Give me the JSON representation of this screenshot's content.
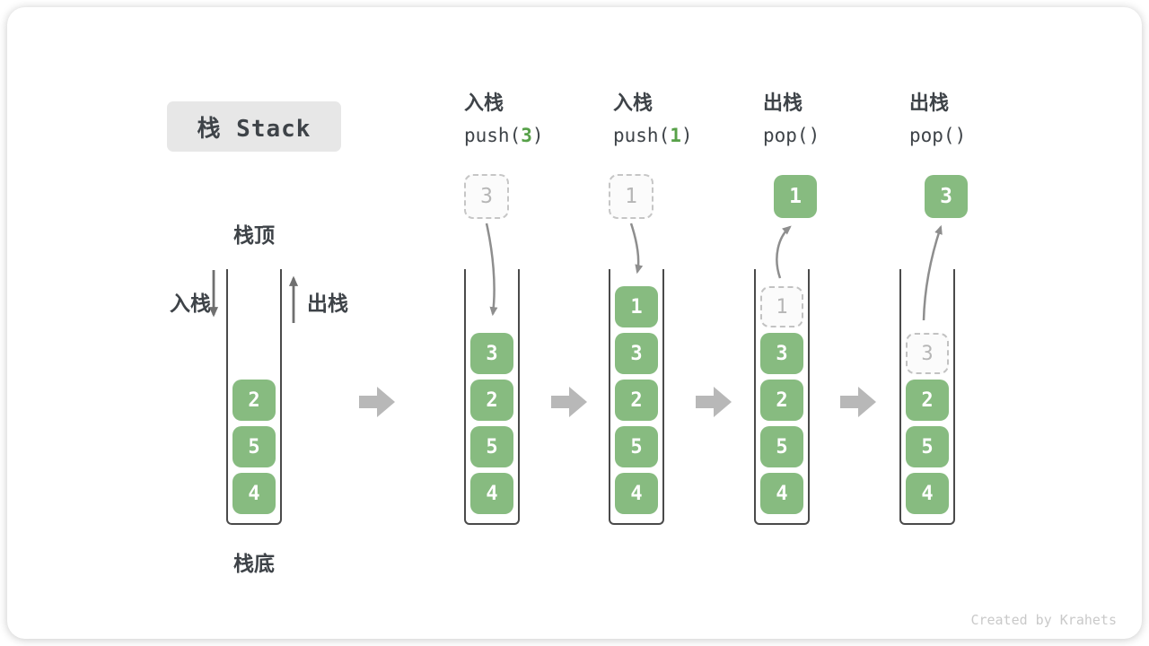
{
  "title": "栈 Stack",
  "side_labels": {
    "stack_top": "栈顶",
    "stack_bottom": "栈底",
    "push": "入栈",
    "pop": "出栈"
  },
  "ops": [
    {
      "cn": "入栈",
      "pre": "push(",
      "arg": "3",
      "post": ")"
    },
    {
      "cn": "入栈",
      "pre": "push(",
      "arg": "1",
      "post": ")"
    },
    {
      "cn": "出栈",
      "pre": "pop(",
      "arg": "",
      "post": ")"
    },
    {
      "cn": "出栈",
      "pre": "pop(",
      "arg": "",
      "post": ")"
    }
  ],
  "stacks": [
    {
      "name": "initial-state",
      "cells": [
        {
          "v": "2",
          "ghost": false
        },
        {
          "v": "5",
          "ghost": false
        },
        {
          "v": "4",
          "ghost": false
        }
      ]
    },
    {
      "name": "after-push-3",
      "floating": {
        "v": "3",
        "style": "dashed"
      },
      "cells": [
        {
          "v": "3",
          "ghost": false
        },
        {
          "v": "2",
          "ghost": false
        },
        {
          "v": "5",
          "ghost": false
        },
        {
          "v": "4",
          "ghost": false
        }
      ]
    },
    {
      "name": "after-push-1",
      "floating": {
        "v": "1",
        "style": "dashed"
      },
      "cells": [
        {
          "v": "1",
          "ghost": false
        },
        {
          "v": "3",
          "ghost": false
        },
        {
          "v": "2",
          "ghost": false
        },
        {
          "v": "5",
          "ghost": false
        },
        {
          "v": "4",
          "ghost": false
        }
      ]
    },
    {
      "name": "after-pop-returns-1",
      "floating": {
        "v": "1",
        "style": "solid"
      },
      "cells": [
        {
          "v": "1",
          "ghost": true
        },
        {
          "v": "3",
          "ghost": false
        },
        {
          "v": "2",
          "ghost": false
        },
        {
          "v": "5",
          "ghost": false
        },
        {
          "v": "4",
          "ghost": false
        }
      ]
    },
    {
      "name": "after-pop-returns-3",
      "floating": {
        "v": "3",
        "style": "solid"
      },
      "cells": [
        {
          "v": "3",
          "ghost": true
        },
        {
          "v": "2",
          "ghost": false
        },
        {
          "v": "5",
          "ghost": false
        },
        {
          "v": "4",
          "ghost": false
        }
      ]
    }
  ],
  "watermark": "Created by Krahets",
  "colors": {
    "cell_green": "#87BB80",
    "code_arg_green": "#57A149",
    "text_dark": "#3E4348",
    "curved_arrow_gray": "#8E8E8E",
    "straight_arrow_gray": "#6F6F6F",
    "block_arrow_gray": "#B8B8B8",
    "ghost_gray": "#B6B6B6",
    "title_bg": "#E7E7E7",
    "watermark_gray": "#C9C9C9"
  }
}
